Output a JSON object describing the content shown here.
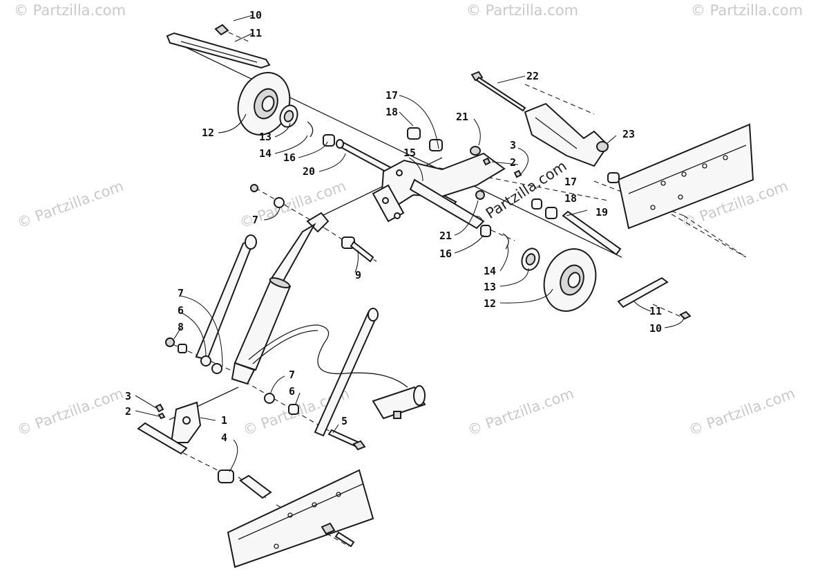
{
  "watermark": {
    "text": "© Partzilla.com"
  },
  "callouts": [
    "10",
    "11",
    "22",
    "17",
    "18",
    "21",
    "12",
    "13",
    "14",
    "16",
    "20",
    "15",
    "3",
    "2",
    "23",
    "17",
    "18",
    "19",
    "7",
    "21",
    "16",
    "9",
    "14",
    "13",
    "12",
    "11",
    "10",
    "7",
    "6",
    "8",
    "7",
    "6",
    "3",
    "2",
    "1",
    "4",
    "5"
  ]
}
